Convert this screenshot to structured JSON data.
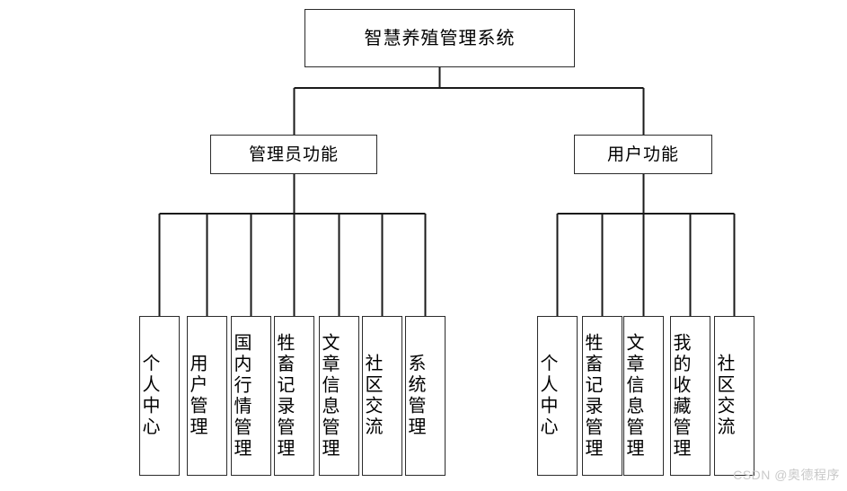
{
  "diagram": {
    "type": "organization-tree",
    "title": "智慧养殖管理系统",
    "root": {
      "label": "智慧养殖管理系统"
    },
    "branches": [
      {
        "id": "admin",
        "label": "管理员功能"
      },
      {
        "id": "user",
        "label": "用户功能"
      }
    ],
    "admin_leaves": [
      {
        "label": "个人中心"
      },
      {
        "label": "用户管理"
      },
      {
        "label": "国内行情管理"
      },
      {
        "label": "牲畜记录管理"
      },
      {
        "label": "文章信息管理"
      },
      {
        "label": "社区交流"
      },
      {
        "label": "系统管理"
      }
    ],
    "user_leaves": [
      {
        "label": "个人中心"
      },
      {
        "label": "牲畜记录管理"
      },
      {
        "label": "文章信息管理"
      },
      {
        "label": "我的收藏管理"
      },
      {
        "label": "社区交流"
      }
    ]
  },
  "watermark": {
    "text": "CSDN @奥德程序"
  },
  "colors": {
    "background": "#ffffff",
    "border": "#2b2b2b",
    "connector": "#1a1a1a",
    "text": "#000000",
    "watermark": "#c9c9c9"
  }
}
